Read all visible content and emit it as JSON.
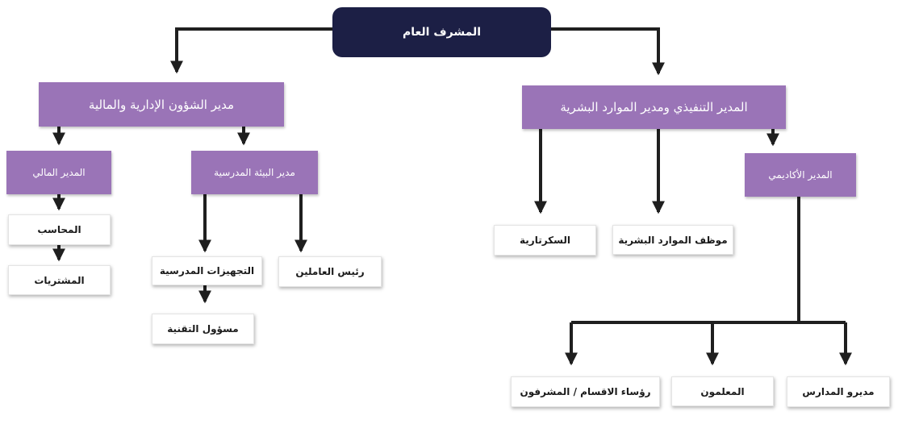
{
  "theme": {
    "top_color": "#1c1f45",
    "level_color": "#9a74b7",
    "leaf_color": "#ffffff",
    "connector_color": "#1f1f1f"
  },
  "chart": {
    "general_supervisor": "المشرف العام",
    "admin_finance_manager": "مدير الشؤون الإدارية والمالية",
    "executive_hr_manager": "المدير التنفيذي ومدير الموارد البشرية",
    "finance_manager": "المدير المالي",
    "school_environment_manager": "مدير البيئة المدرسية",
    "academic_manager": "المدير الأكاديمي",
    "accountant": "المحاسب",
    "purchases": "المشتريات",
    "school_equipment": "التجهيزات المدرسية",
    "workers_head": "رئيس العاملين",
    "tech_officer": "مسؤول التقنية",
    "secretariat": "السكرتارية",
    "hr_employee": "موظف الموارد البشرية",
    "dept_heads_supervisors": "رؤساء الاقسام / المشرفون",
    "teachers": "المعلمون",
    "school_managers": "مديرو المدارس"
  }
}
